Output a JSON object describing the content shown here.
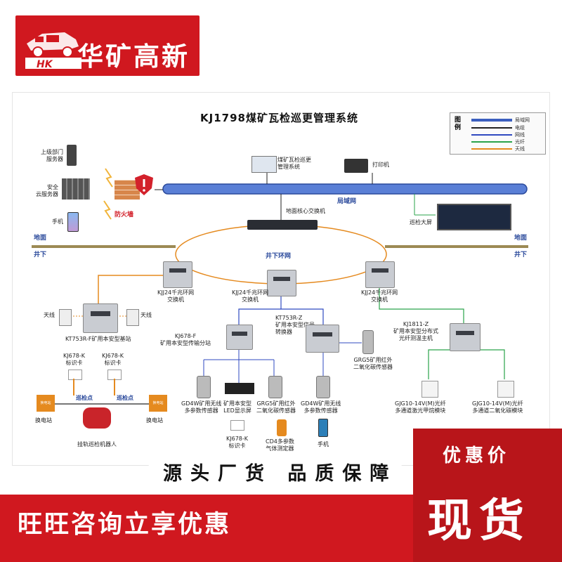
{
  "brand": {
    "name": "华矿高新",
    "logo_text": "HK"
  },
  "diagram": {
    "title": "KJ1798煤矿瓦检巡更管理系统",
    "legend": {
      "title": "图例",
      "items": [
        {
          "label": "局域网",
          "color": "#3b5fbf"
        },
        {
          "label": "电缆",
          "color": "#222222"
        },
        {
          "label": "网线",
          "color": "#2f49c0"
        },
        {
          "label": "光纤",
          "color": "#2aa34a"
        },
        {
          "label": "天线",
          "color": "#e58a1f"
        }
      ]
    },
    "surface_label": "地面",
    "surface_label_right": "地面",
    "underground_label": "井下",
    "underground_label_right": "井下",
    "lan_label": "局域网",
    "ring_label": "井下环网",
    "firewall_label": "防火墙",
    "labels": {
      "server_upper": "上级部门\n服务器",
      "server_cloud": "安全\n云服务器",
      "phone_top": "手机",
      "patrol_system": "煤矿瓦检巡更\n管理系统",
      "printer": "打印机",
      "big_screen": "巡检大屏",
      "core_switch": "地面核心交换机",
      "sw_left": "KJJ24千兆环网\n交换机",
      "sw_mid": "KJJ24千兆环网\n交换机",
      "sw_right": "KJJ24千兆环网\n交换机",
      "antenna_l": "天线",
      "antenna_r": "天线",
      "base_station": "KT753R-F矿用本安型基站",
      "kt753rz": "KT753R-Z\n矿用本安型信号\n转换器",
      "kj678f": "KJ678-F\n矿用本安型传输分站",
      "kj1811z": "KJ1811-Z\n矿用本安型分布式\n光纤测温主机",
      "card1": "KJ678-K\n标识卡",
      "card2": "KJ678-K\n标识卡",
      "card3": "KJ678-K\n标识卡",
      "checkpoint1": "巡检点",
      "checkpoint2": "巡检点",
      "swap_l": "换电站",
      "swap_r": "换电站",
      "robot": "挂轨巡检机器人",
      "gd4w_1": "GD4W矿用无线\n多参数传感器",
      "led": "矿用本安型\nLED显示屏",
      "grg5_1": "GRG5矿用红外\n二氧化碳传感器",
      "gd4w_2": "GD4W矿用无线\n多参数传感器",
      "grg5_2": "GRG5矿用红外\n二氧化碳传感器",
      "cd4": "CD4多参数\n气体测定器",
      "phone_bottom": "手机",
      "gjg_ch4": "GJG10-14V(M)光纤\n多通道激光甲烷模块",
      "gjg_co2": "GJG10-14V(M)光纤\n多通道二氧化碳模块",
      "swap_sign": "换电站"
    }
  },
  "slogan": "源头厂货 品质保障",
  "promo": "旺旺咨询立享优惠",
  "badge": {
    "top": "优惠价",
    "main": "现货"
  }
}
